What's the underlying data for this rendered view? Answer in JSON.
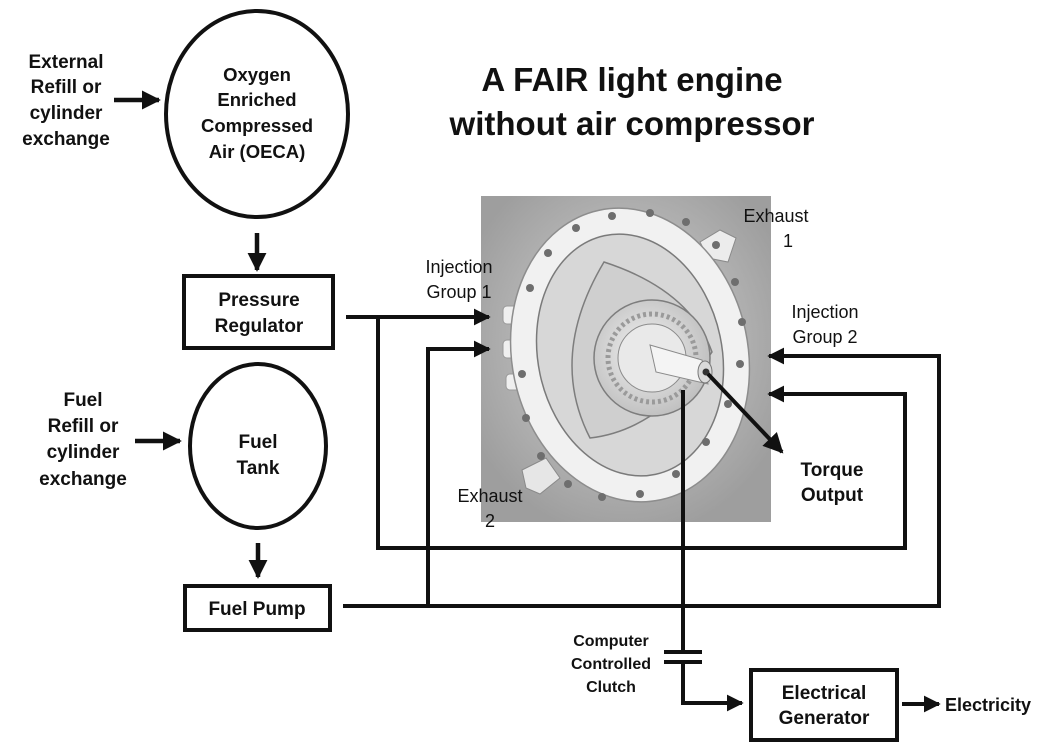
{
  "title": {
    "line1": "A FAIR light engine",
    "line2": "without air compressor"
  },
  "oxygen_source": {
    "line1": "External",
    "line2": "Refill or",
    "line3": "cylinder",
    "line4": "exchange"
  },
  "oeca_tank": {
    "line1": "Oxygen",
    "line2": "Enriched",
    "line3": "Compressed",
    "line4": "Air (OECA)"
  },
  "pressure_regulator": {
    "line1": "Pressure",
    "line2": "Regulator"
  },
  "fuel_source": {
    "line1": "Fuel",
    "line2": "Refill or",
    "line3": "cylinder",
    "line4": "exchange"
  },
  "fuel_tank": {
    "line1": "Fuel",
    "line2": "Tank"
  },
  "fuel_pump": {
    "label": "Fuel Pump"
  },
  "engine_labels": {
    "exhaust1_line1": "Exhaust",
    "exhaust1_line2": "1",
    "exhaust2_line1": "Exhaust",
    "exhaust2_line2": "2",
    "injection1_line1": "Injection",
    "injection1_line2": "Group 1",
    "injection2_line1": "Injection",
    "injection2_line2": "Group 2",
    "torque_line1": "Torque",
    "torque_line2": "Output"
  },
  "clutch": {
    "line1": "Computer",
    "line2": "Controlled",
    "line3": "Clutch"
  },
  "generator": {
    "line1": "Electrical",
    "line2": "Generator"
  },
  "output": {
    "label": "Electricity"
  },
  "colors": {
    "line": "#111111",
    "engine_bg": "#b5b5b5",
    "engine_body": "#e6e6e6"
  }
}
